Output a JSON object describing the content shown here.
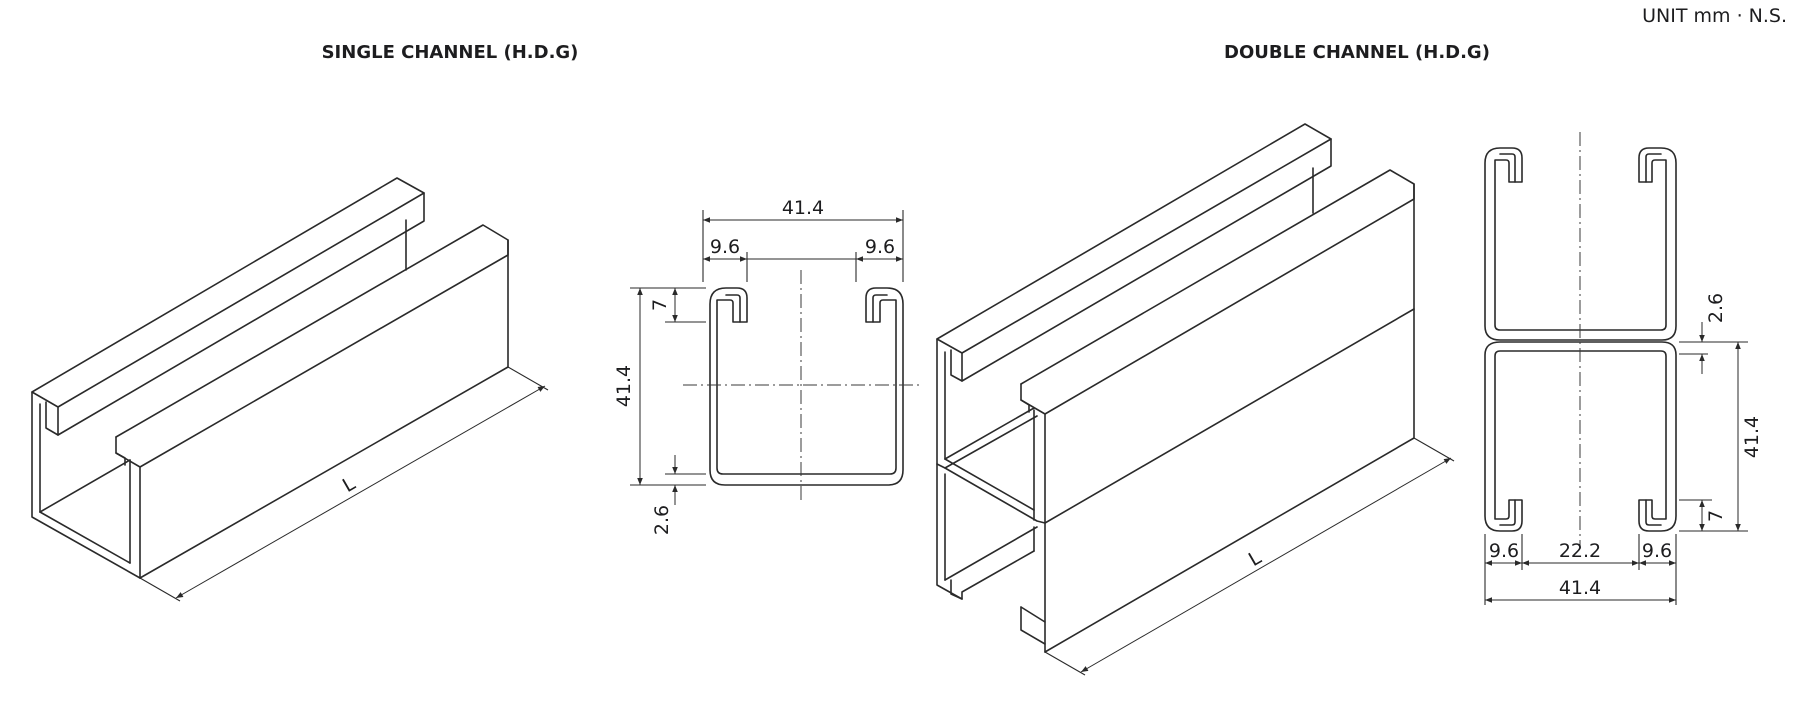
{
  "header": {
    "unit_label": "UNIT mm · N.S."
  },
  "single_channel": {
    "title": "SINGLE CHANNEL (H.D.G)",
    "iso_length_label": "L",
    "section": {
      "width": "41.4",
      "lip_left": "9.6",
      "lip_right": "9.6",
      "height": "41.4",
      "lip_depth": "7",
      "thickness": "2.6"
    }
  },
  "double_channel": {
    "title": "DOUBLE CHANNEL (H.D.G)",
    "iso_length_label": "L",
    "section": {
      "thickness": "2.6",
      "height": "41.4",
      "lip_depth": "7",
      "lip_left": "9.6",
      "slot": "22.2",
      "lip_right": "9.6",
      "width": "41.4"
    }
  }
}
